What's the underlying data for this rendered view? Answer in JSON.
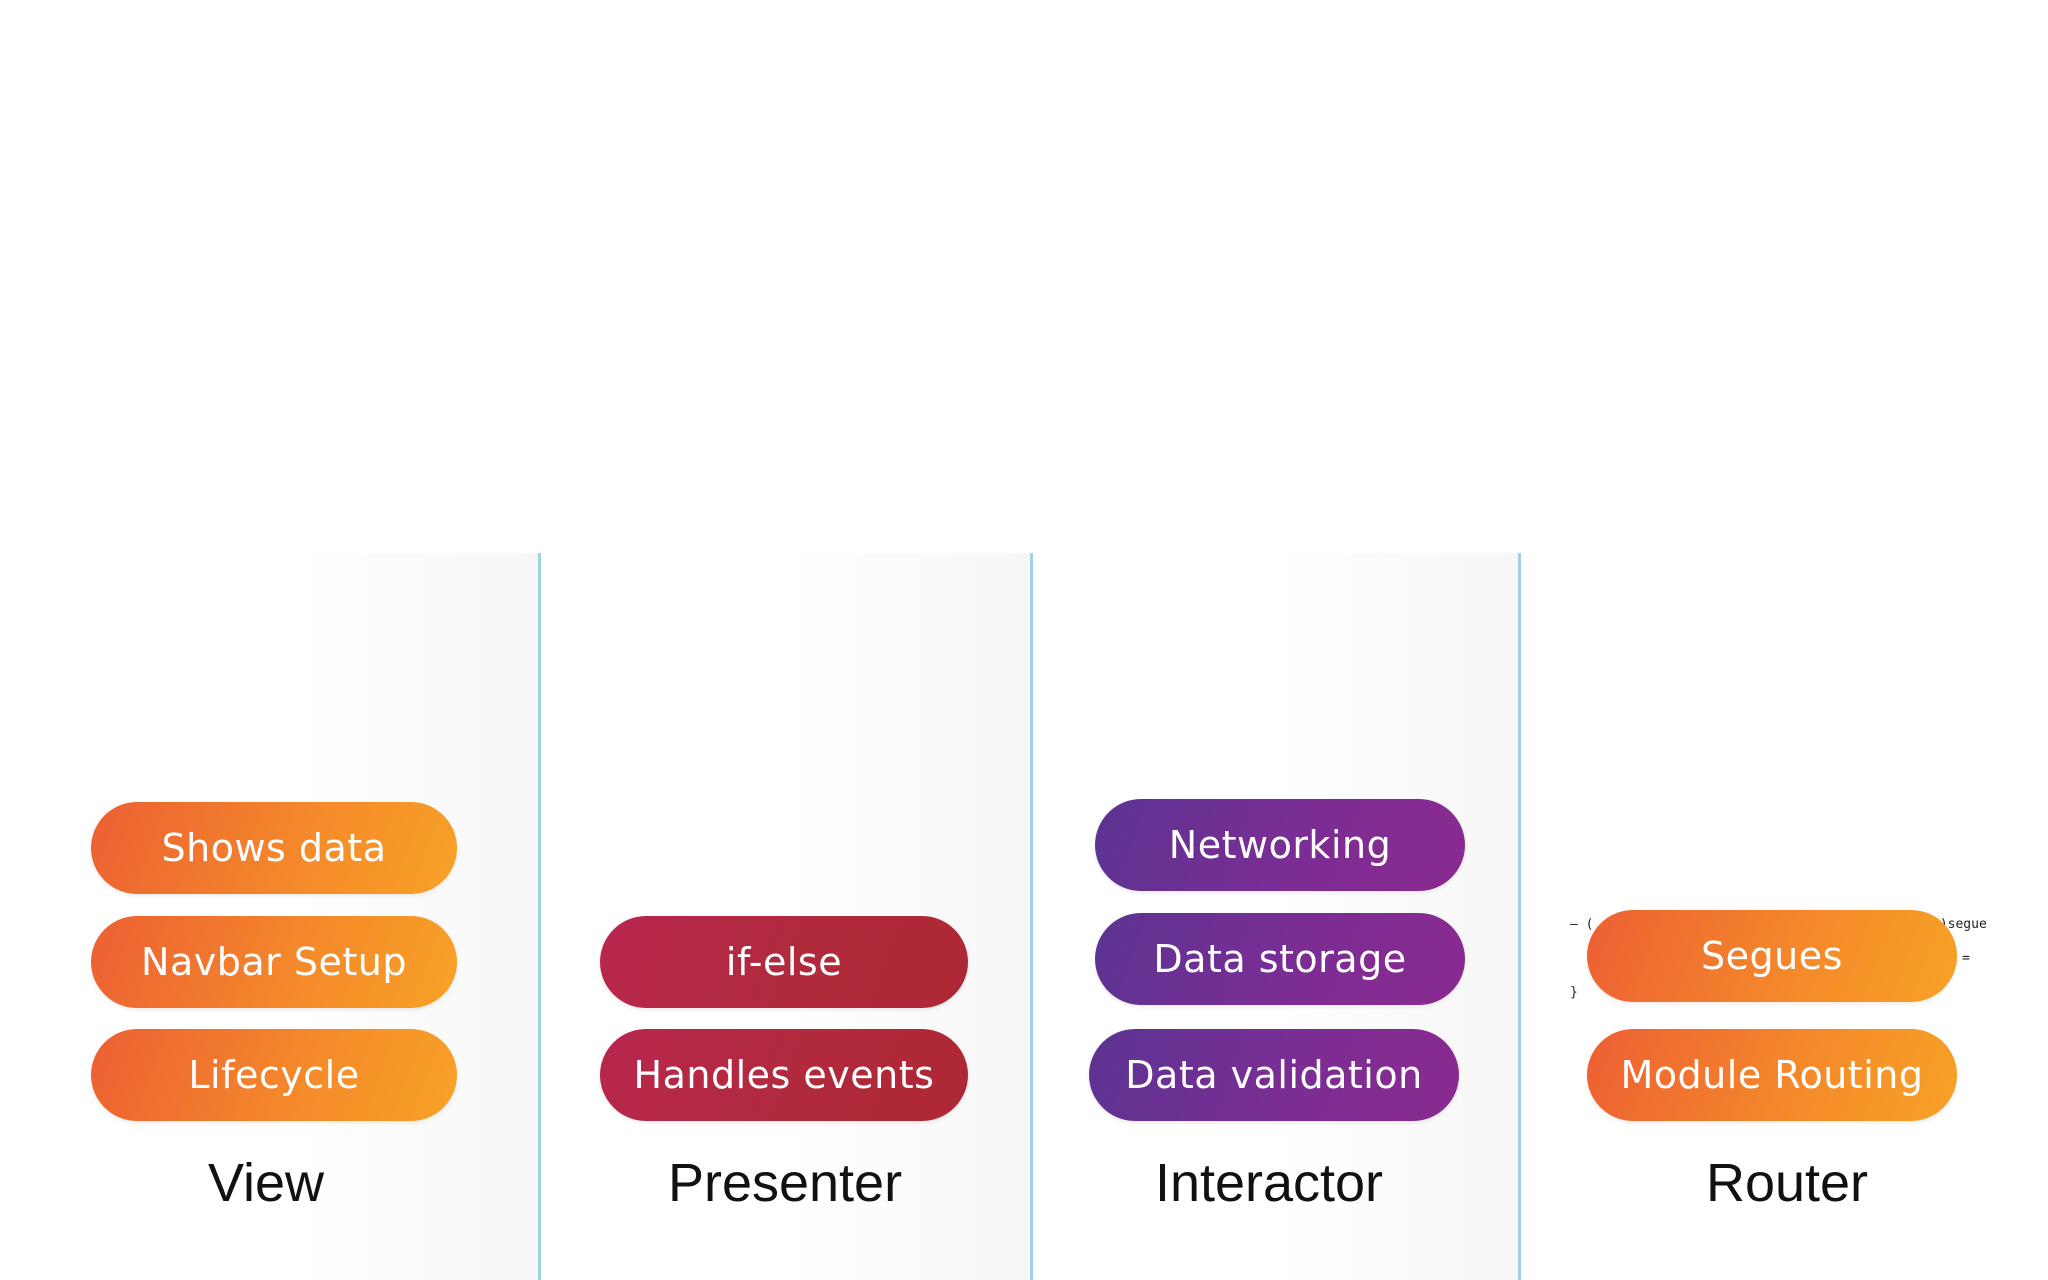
{
  "columns": [
    {
      "title": "View",
      "color": "#f07a2e",
      "items": [
        "Shows data",
        "Navbar Setup",
        "Lifecycle"
      ]
    },
    {
      "title": "Presenter",
      "color": "#b0283f",
      "items": [
        "if-else",
        "Handles events"
      ]
    },
    {
      "title": "Interactor",
      "color": "#732e92",
      "items": [
        "Networking",
        "Data storage",
        "Data validation"
      ]
    },
    {
      "title": "Router",
      "color": "#f07a2e",
      "items": [
        "Segues",
        "Module Routing"
      ]
    }
  ],
  "code_fragments": {
    "line1_start": "– (",
    "line1_end": "*)segue",
    "line2_end": "=",
    "line3": "}"
  },
  "colors": {
    "divider": "#9fd3e4",
    "background": "#ffffff"
  }
}
